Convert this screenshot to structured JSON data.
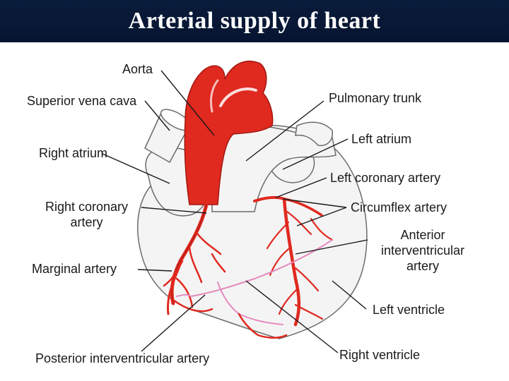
{
  "title": "Arterial supply of heart",
  "colors": {
    "title_bg": "#0a1c3c",
    "artery": "#e0291f",
    "vessel_outline": "#6b6b6b",
    "heart_surface": "#f4f4f4",
    "venous_pink": "#e58bbf",
    "leader_line": "#1a1a1a"
  },
  "labels": {
    "aorta": "Aorta",
    "superior_vena_cava": "Superior vena cava",
    "right_atrium": "Right atrium",
    "right_coronary_artery": [
      "Right coronary",
      "artery"
    ],
    "marginal_artery": "Marginal artery",
    "posterior_interventricular_artery": "Posterior interventricular artery",
    "pulmonary_trunk": "Pulmonary trunk",
    "left_atrium": "Left atrium",
    "left_coronary_artery": "Left coronary artery",
    "circumflex_artery": "Circumflex artery",
    "anterior_interventricular_artery": [
      "Anterior",
      "interventricular",
      "artery"
    ],
    "left_ventricle": "Left ventricle",
    "right_ventricle": "Right ventricle"
  }
}
